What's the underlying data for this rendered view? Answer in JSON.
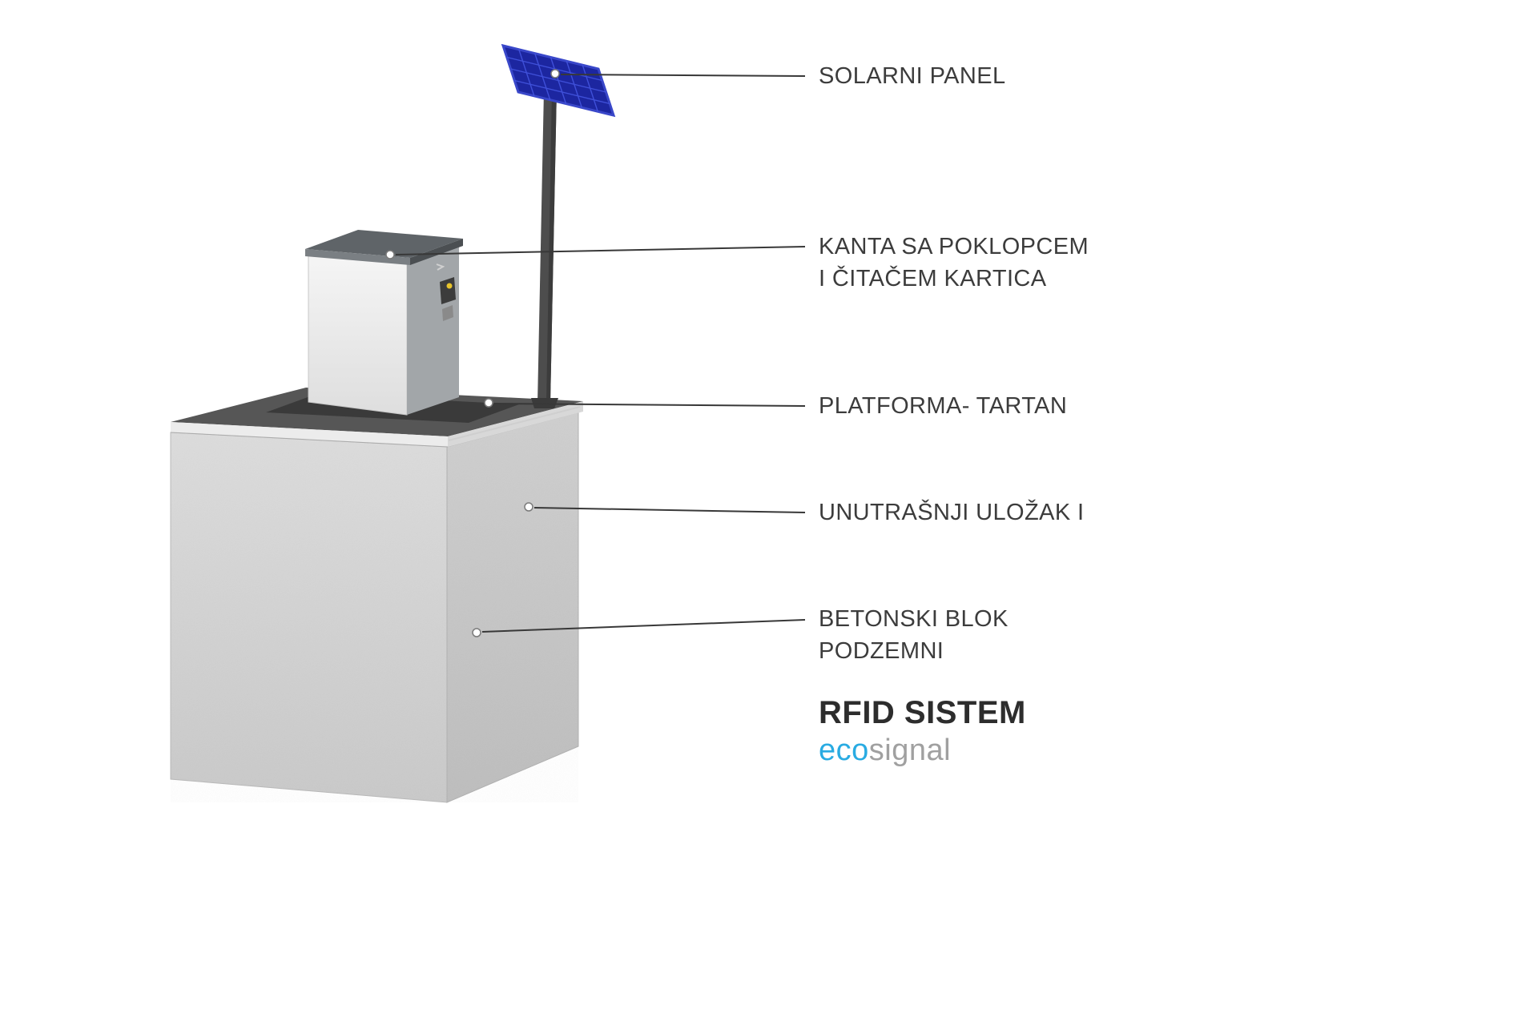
{
  "figure": {
    "background": "#ffffff",
    "description": "RFID solar-powered waste bin system cutaway diagram"
  },
  "callouts": [
    {
      "name": "solar-panel",
      "lines": [
        "SOLARNI PANEL"
      ]
    },
    {
      "name": "bin-with-lid",
      "lines": [
        "KANTA SA POKLOPCEM",
        "I ČITAČEM KARTICA"
      ]
    },
    {
      "name": "platform",
      "lines": [
        "PLATFORMA- TARTAN"
      ]
    },
    {
      "name": "inner-insert",
      "lines": [
        "UNUTRAŠNJI ULOŽAK I"
      ]
    },
    {
      "name": "concrete-block",
      "lines": [
        "BETONSKI BLOK",
        "PODZEMNI"
      ]
    }
  ],
  "branding": {
    "system_title": "RFID SISTEM",
    "logo": {
      "eco": "eco",
      "signal": "signal"
    }
  },
  "colors": {
    "label_text": "#3c3c3c",
    "callout_line": "#383838",
    "panel_blue": "#1c26a0",
    "panel_frame": "#3947c9",
    "panel_grid": "#4355e0",
    "pole_gray": "#4d4d4d",
    "platform_dark": "#565656",
    "platform_recess": "#3a3a3a",
    "concrete_front": "#d7d7d7",
    "concrete_side": "#c9c9c9",
    "rim_light": "#ececec",
    "cabinet_front": "#f0f0f0",
    "cabinet_side": "#a2a6a9",
    "cabinet_lid": "#5f6468",
    "accent_yellow": "#e8c42c",
    "brand_blue": "#29abe2",
    "brand_gray": "#a0a0a0"
  }
}
